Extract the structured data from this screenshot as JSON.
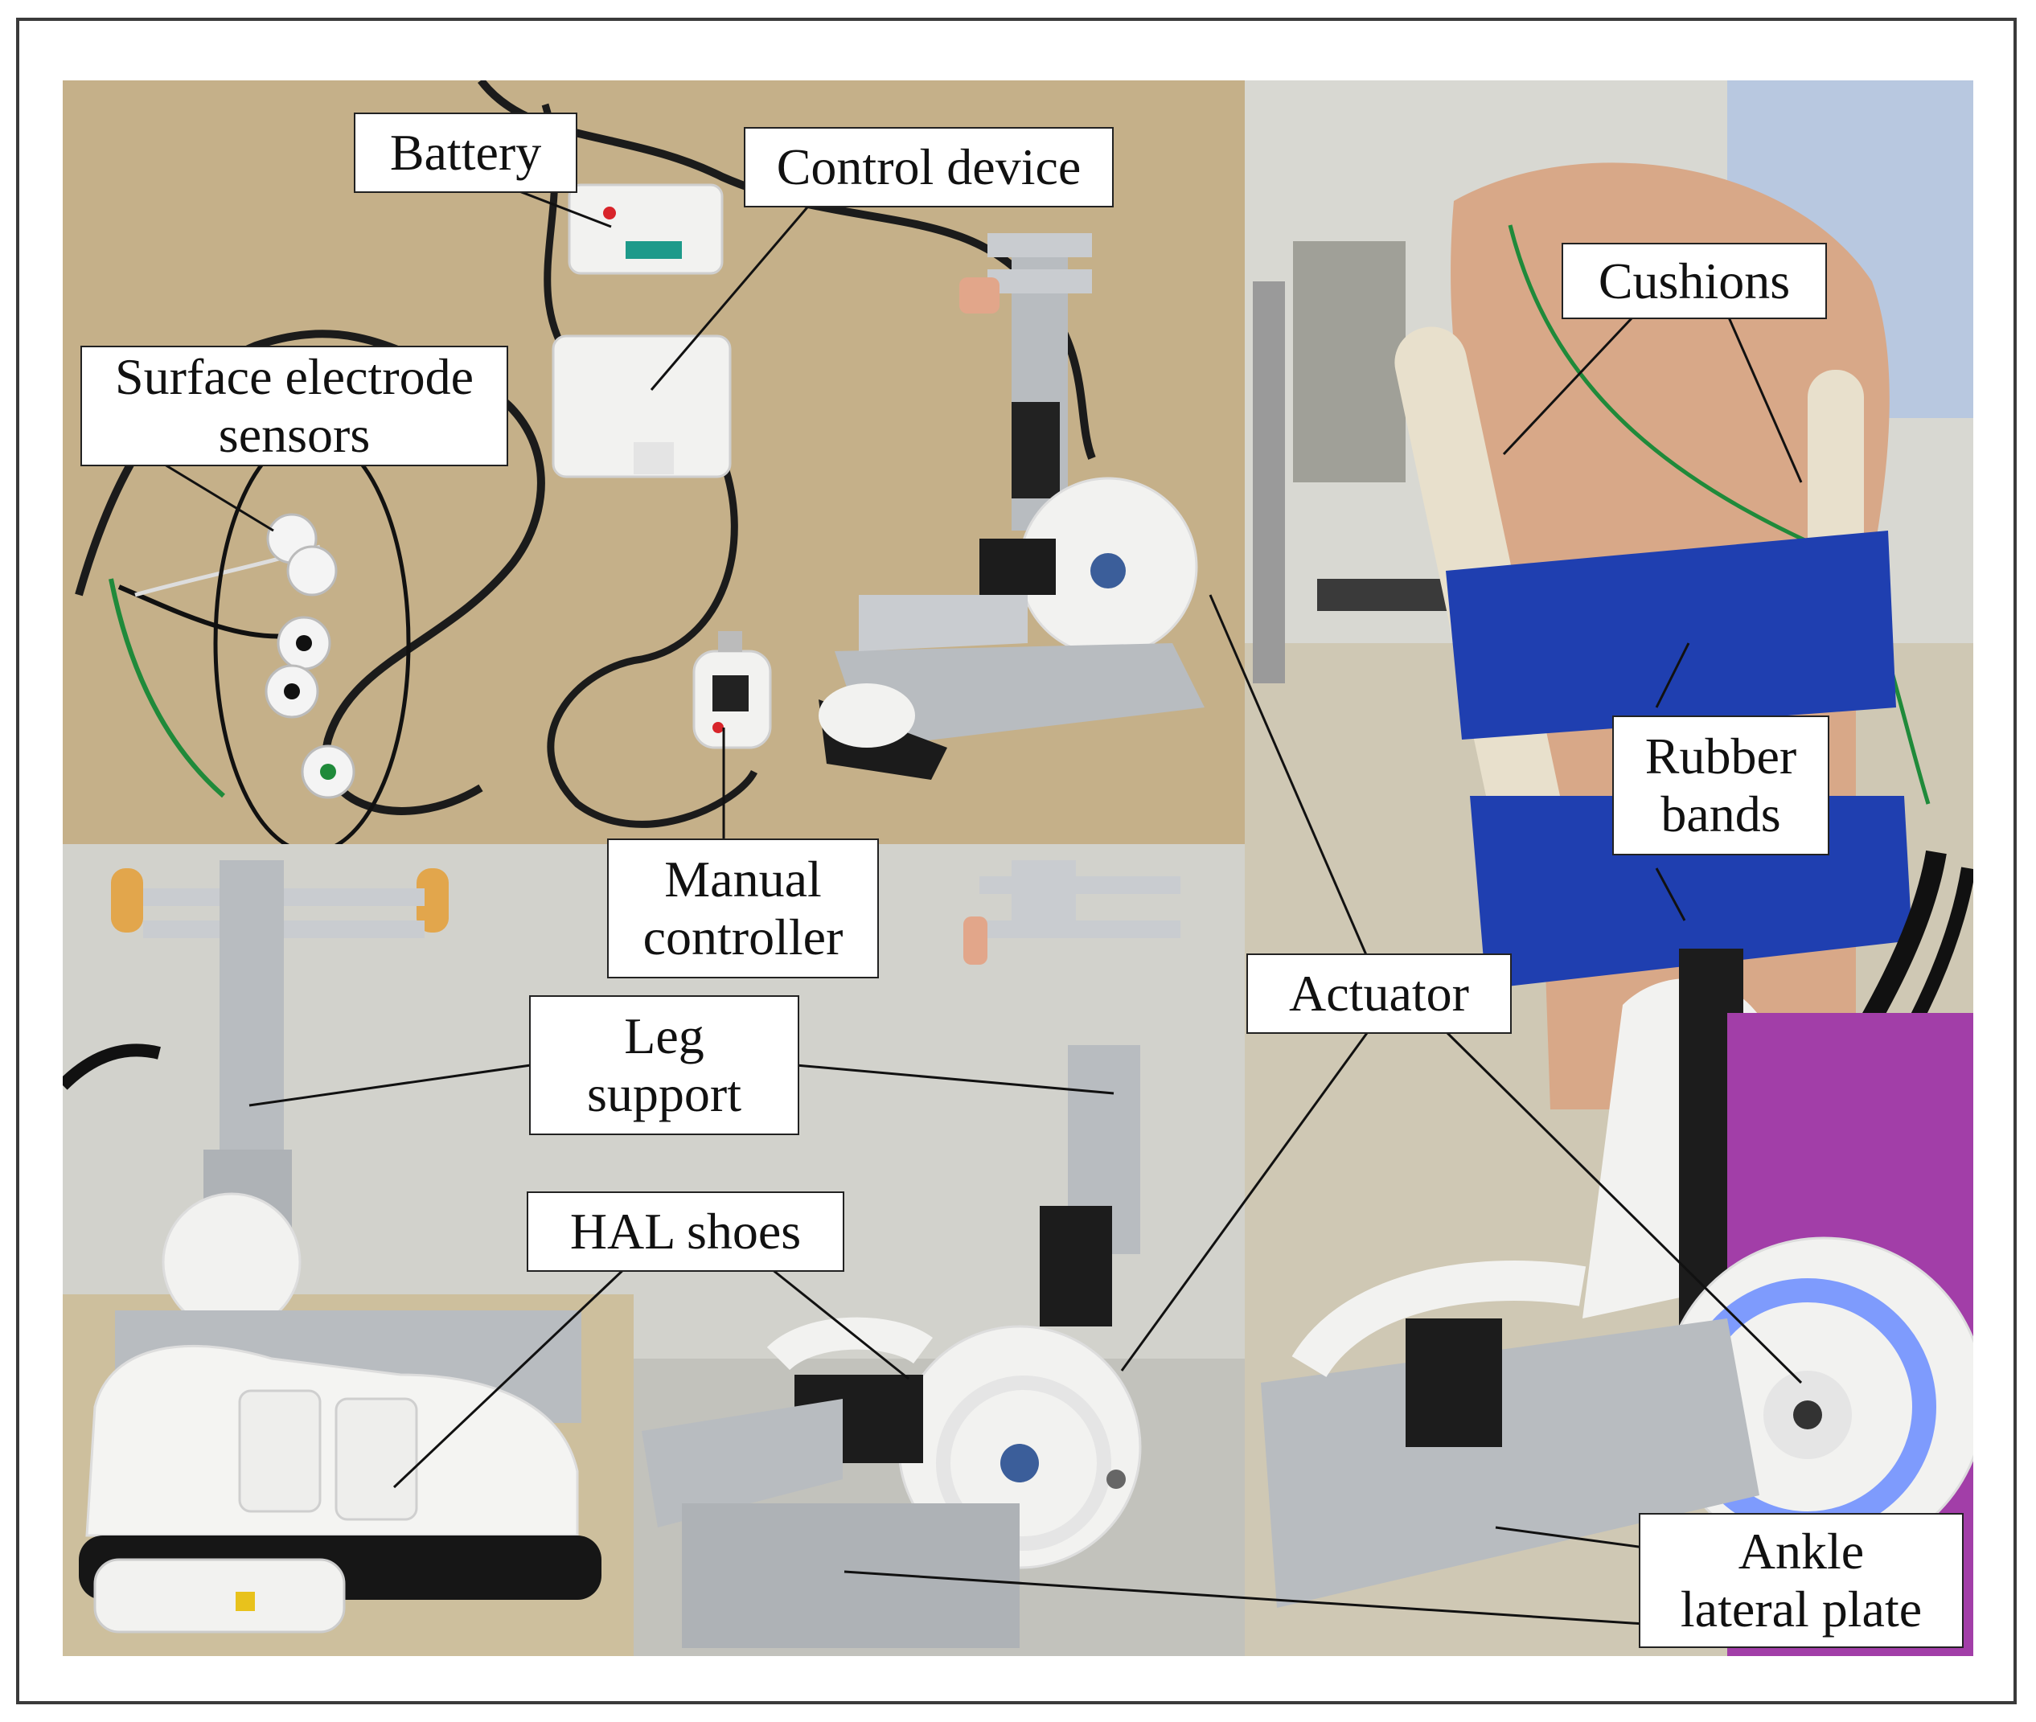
{
  "labels": {
    "battery": "Battery",
    "control_device": "Control device",
    "surface_electrode_line1": "Surface electrode",
    "surface_electrode_line2": "sensors",
    "manual_controller_line1": "Manual",
    "manual_controller_line2": "controller",
    "leg_support_line1": "Leg",
    "leg_support_line2": "support",
    "hal_shoes": "HAL shoes",
    "actuator": "Actuator",
    "cushions": "Cushions",
    "rubber_bands_line1": "Rubber",
    "rubber_bands_line2": "bands",
    "ankle_plate_line1": "Ankle",
    "ankle_plate_line2": "lateral plate"
  },
  "colors": {
    "tabletop": "#c8b48e",
    "wall": "#d2d2cc",
    "clinic_floor": "#cfc8b4",
    "velcro_blue": "#1f3fb0",
    "metal": "#b8bcc0",
    "device_white": "#f2f2f0",
    "led_blue": "#6a8cff"
  }
}
